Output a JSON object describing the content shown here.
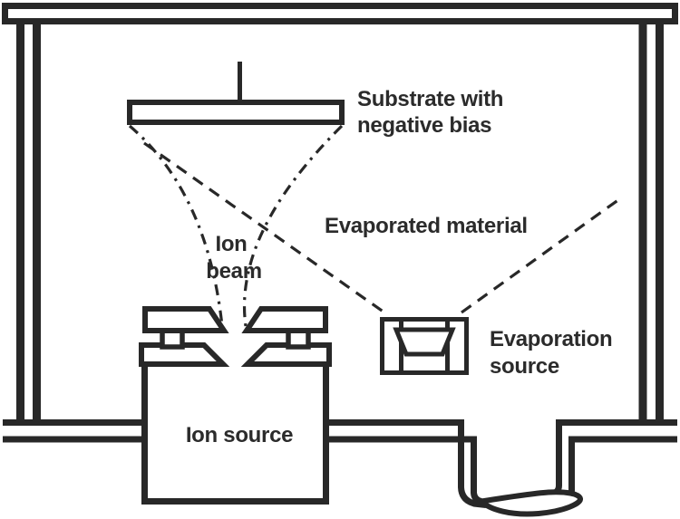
{
  "colors": {
    "line": "#282828",
    "text": "#2b2b2b",
    "background": "#ffffff"
  },
  "labels": {
    "substrate": {
      "line1": "Substrate with",
      "line2": "negative bias"
    },
    "ion_beam": {
      "line1": "Ion",
      "line2": "beam"
    },
    "evaporated_material": "Evaporated material",
    "ion_source": "Ion source",
    "evaporation_source": {
      "line1": "Evaporation",
      "line2": "source"
    }
  }
}
